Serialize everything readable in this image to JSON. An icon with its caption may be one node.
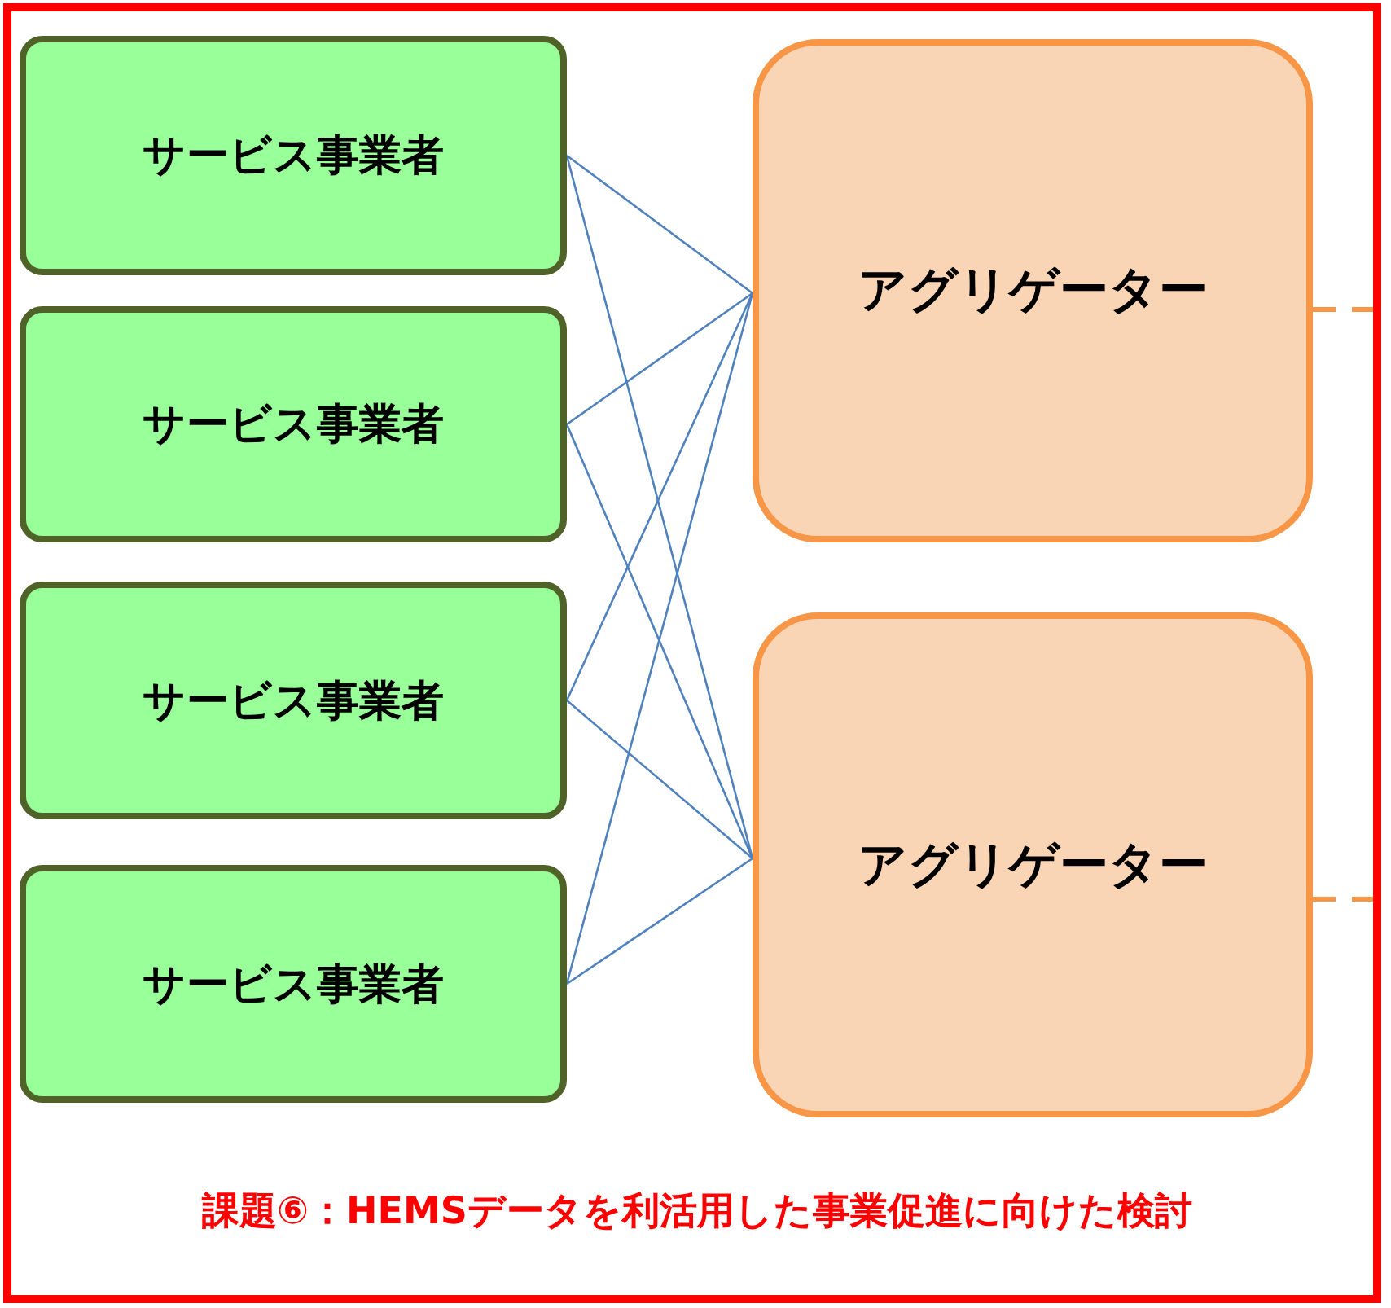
{
  "diagram": {
    "nodes": [
      {
        "text": [
          "課題⑥：HEMSデータを利活用した事業促進に向けた検討"
        ]
      },
      {
        "text": [
          "サービス事業者"
        ],
        "in": 0
      },
      {
        "text": [
          "サービス事業者"
        ],
        "in": 0
      },
      {
        "text": [
          "サービス事業者"
        ],
        "in": 0
      },
      {
        "text": [
          "サービス事業者"
        ],
        "in": 0
      },
      {
        "text": [
          "アグリゲーター"
        ],
        "in": 0
      },
      {
        "text": [
          "アグリゲーター"
        ],
        "in": 0
      }
    ],
    "edges": [
      {
        "from": 1,
        "to": 5,
        "arrow": "none"
      },
      {
        "from": 1,
        "to": 6,
        "arrow": "none"
      },
      {
        "from": 2,
        "to": 5,
        "arrow": "none"
      },
      {
        "from": 2,
        "to": 6,
        "arrow": "none"
      },
      {
        "from": 3,
        "to": 5,
        "arrow": "none"
      },
      {
        "from": 3,
        "to": 6,
        "arrow": "none"
      },
      {
        "from": 4,
        "to": 5,
        "arrow": "none"
      },
      {
        "from": 4,
        "to": 6,
        "arrow": "none"
      },
      {
        "from": 5,
        "to": null,
        "arrow": "none",
        "style": "dashed",
        "color": "#f79646"
      },
      {
        "from": 6,
        "to": null,
        "arrow": "none",
        "style": "dashed",
        "color": "#f79646"
      }
    ]
  }
}
